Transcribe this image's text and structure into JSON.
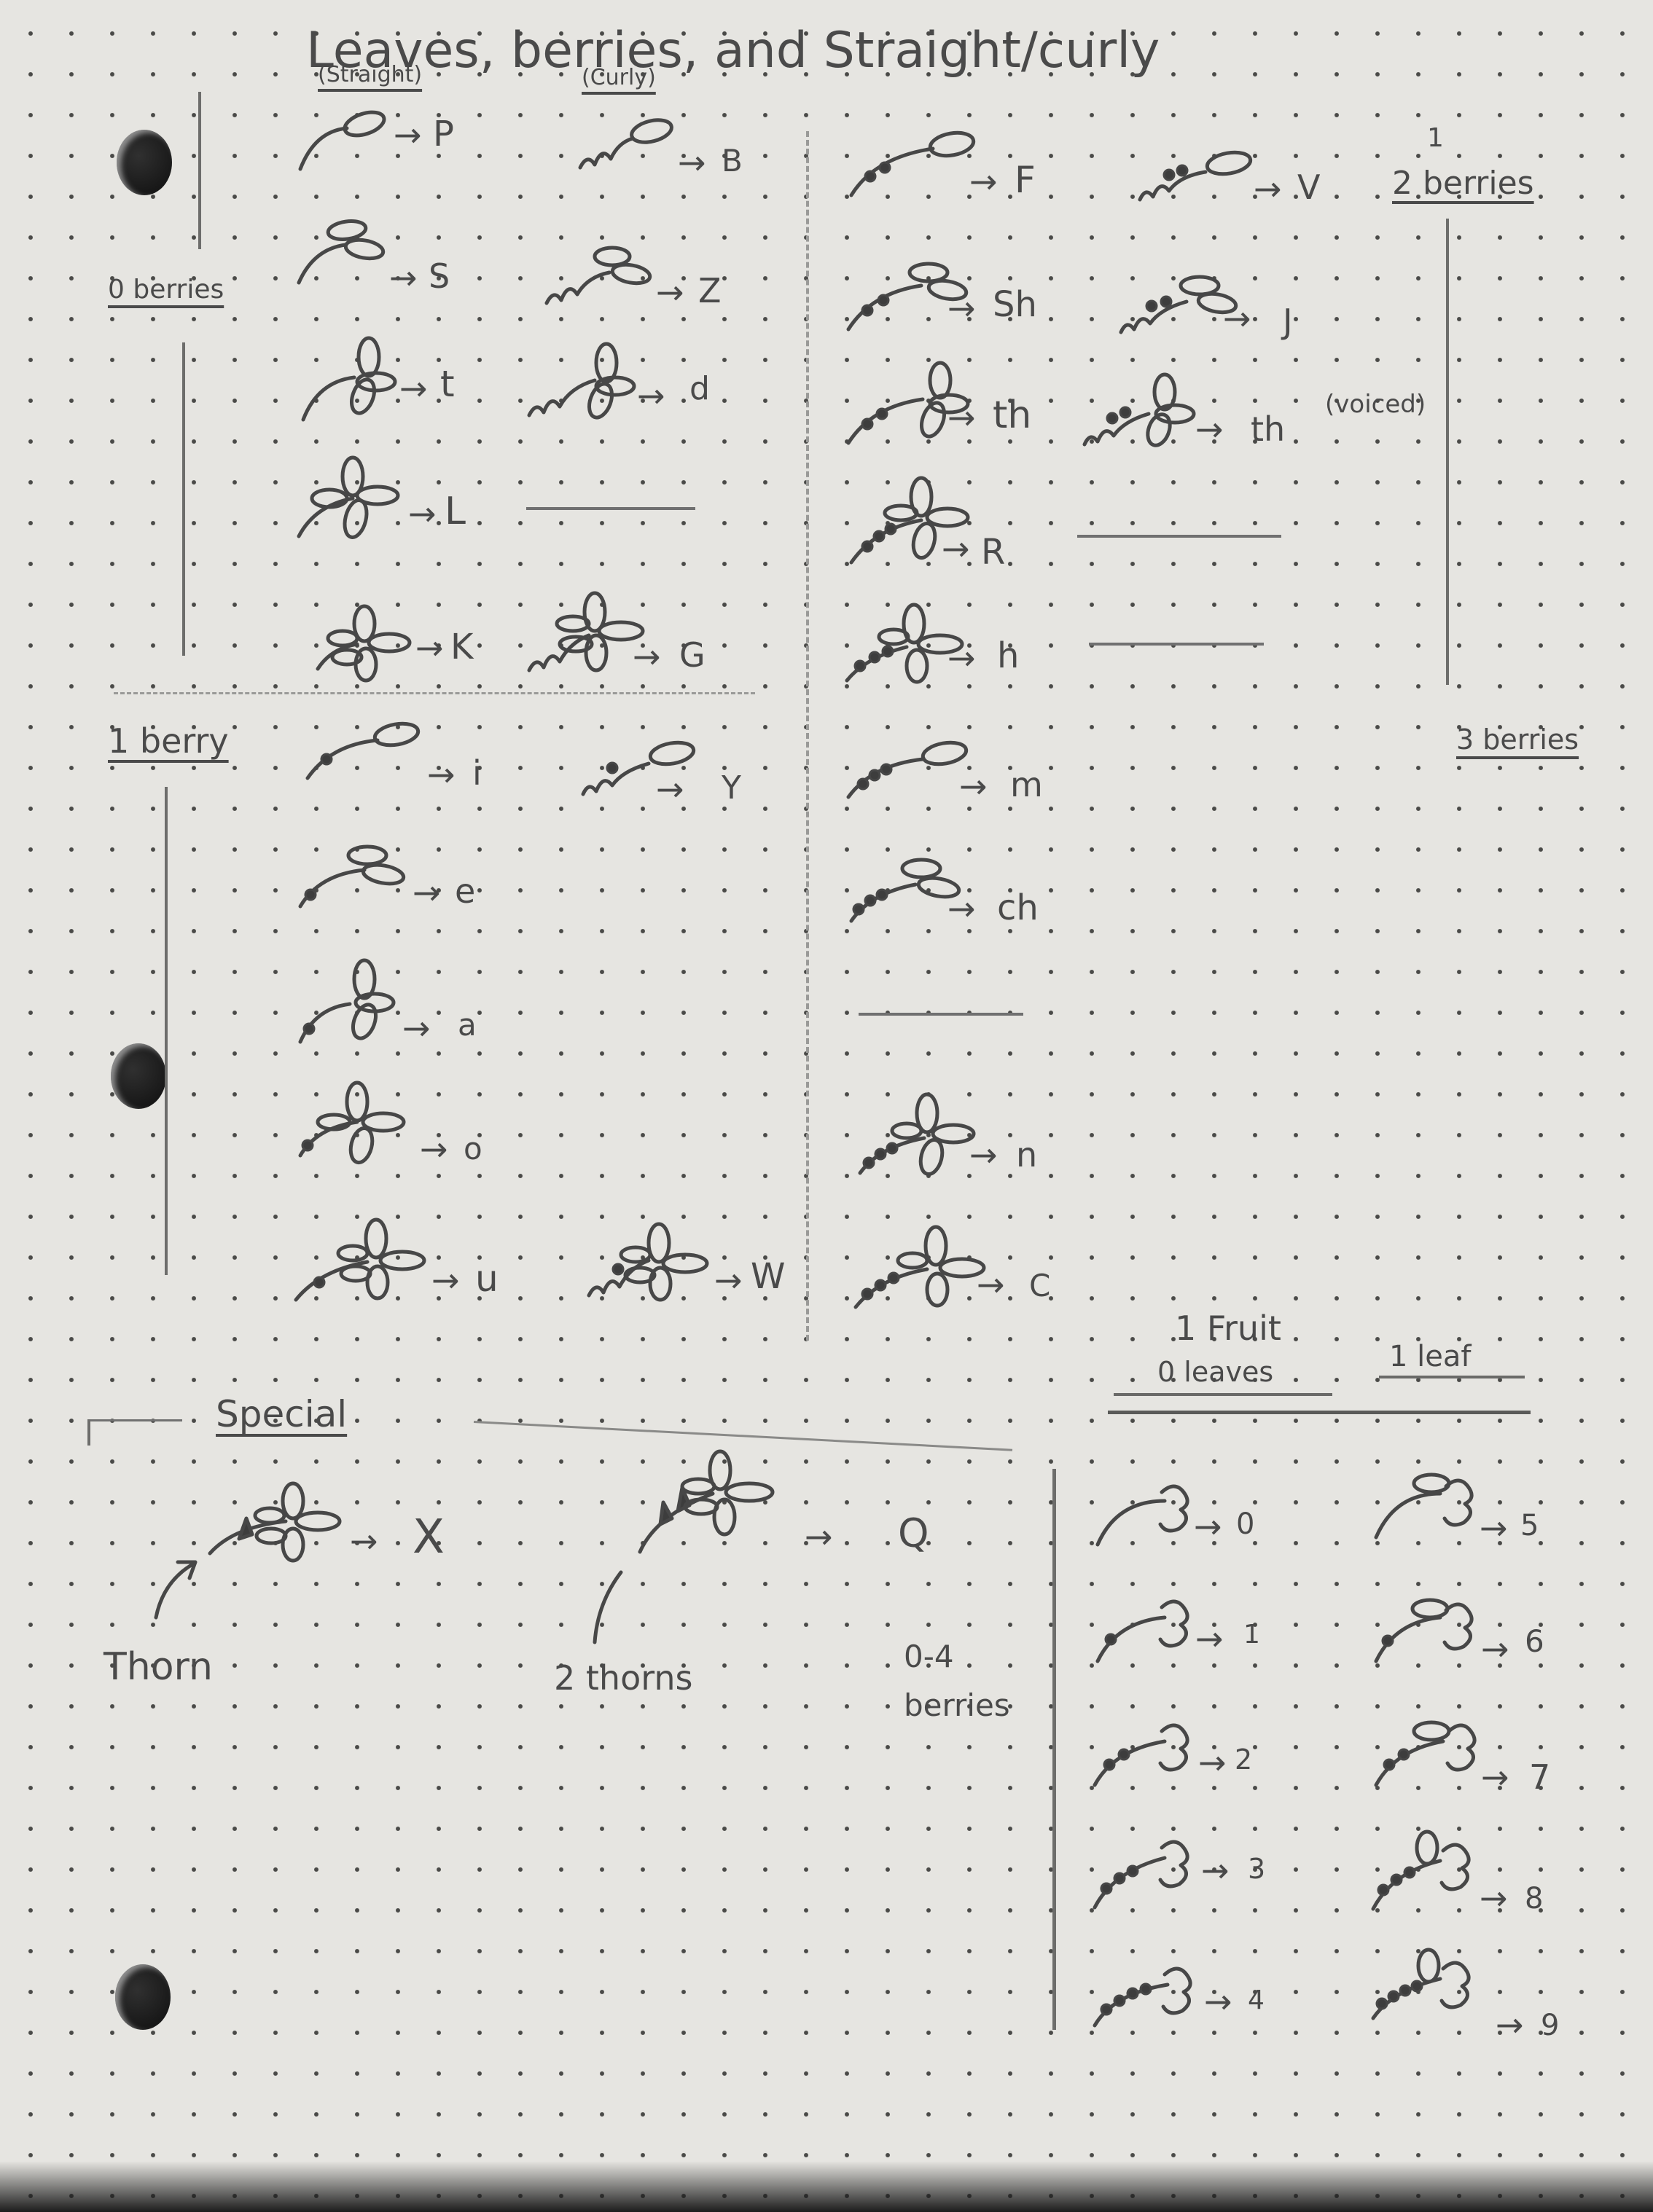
{
  "title": "Leaves, berries, and Straight/curly",
  "col_straight": "(Straight)",
  "col_curly": "(Curly)",
  "groups": {
    "zero": "0 berries",
    "one": "1 berry",
    "two_digit": "1",
    "two": "2 berries",
    "three": "3 berries",
    "voiced": "(voiced)",
    "special": "Special",
    "fruit": "1 Fruit",
    "fruit_zero": "0 leaves",
    "fruit_one": "1 leaf"
  },
  "letters": {
    "p": "P",
    "B": "B",
    "f": "F",
    "v": "V",
    "s": "S",
    "z": "Z",
    "sh": "Sh",
    "j": "J",
    "t": "t",
    "d": "d",
    "th": "th",
    "th2": "th",
    "L": "L",
    "R": "R",
    "K": "K",
    "G": "G",
    "h": "h",
    "i": "i",
    "y": "Y",
    "m": "m",
    "e": "e",
    "ch": "ch",
    "a": "a",
    "o": "o",
    "n": "n",
    "u": "u",
    "W": "W",
    "c": "C"
  },
  "special": {
    "x": "X",
    "q": "Q",
    "thorn": "Thorn",
    "thorns": "2 thorns",
    "berries": "0-4 berries"
  },
  "fruit_digits": [
    "0",
    "1",
    "2",
    "3",
    "4",
    "5",
    "6",
    "7",
    "8",
    "9"
  ],
  "arrow": "→"
}
